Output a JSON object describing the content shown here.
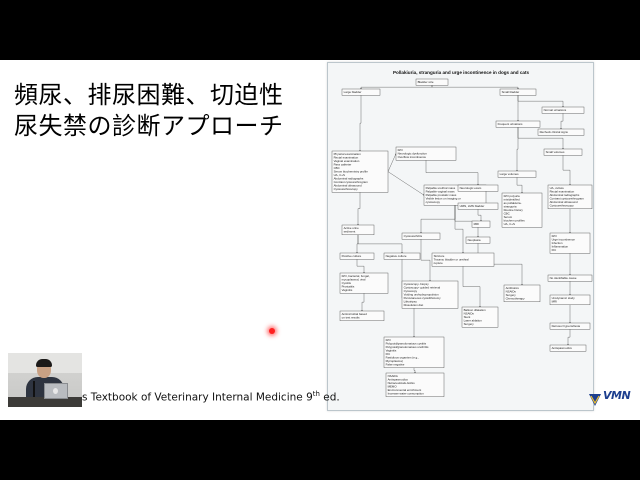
{
  "slide": {
    "title_lines": [
      "頻尿、排尿困難、切迫性",
      "尿失禁の診断アプローチ"
    ],
    "caption_prefix": "s Textbook of Veterinary Internal Medicine 9",
    "caption_sup": "th",
    "caption_suffix": " ed.",
    "logo_text": "VMN"
  },
  "flowchart": {
    "title": "Pollakiuria, stranguria and urge incontinence in dogs and cats",
    "nodes": [
      {
        "id": "bladder-size",
        "lines": [
          "Bladder size"
        ]
      },
      {
        "id": "large-bladder",
        "lines": [
          "Large bladder"
        ]
      },
      {
        "id": "small-bladder",
        "lines": [
          "Small bladder"
        ]
      },
      {
        "id": "normal-urinations",
        "lines": [
          "Normal urinations"
        ]
      },
      {
        "id": "frequent-urinations",
        "lines": [
          "Frequent urinations"
        ]
      },
      {
        "id": "recheck",
        "lines": [
          "Recheck clinical signs"
        ]
      },
      {
        "id": "small-volumes",
        "lines": [
          "Small volumes"
        ]
      },
      {
        "id": "physical-exam",
        "lines": [
          "Physical examination",
          "Rectal examination",
          "Vaginal examination",
          "Pass catheter",
          "CBC",
          "Serum biochemistry profile",
          "UA, C+S",
          "Abdominal radiographs",
          "Contrast cystourethrogram",
          "Abdominal ultrasound",
          "Cystourethroscopy"
        ]
      },
      {
        "id": "ro-neuro",
        "lines": [
          "R/O",
          "Neurologic dysfunction",
          "Overflow incontinence"
        ]
      },
      {
        "id": "large-volumes",
        "lines": [
          "Large volumes"
        ]
      },
      {
        "id": "palpable",
        "lines": [
          "Palpable urethral mass",
          "Palpable vaginal mass",
          "Palpable prostatic mass",
          "Visible lesion on imaging or",
          "cystoscopy"
        ]
      },
      {
        "id": "neuro-exam",
        "lines": [
          "Neurologic exam"
        ]
      },
      {
        "id": "umn-lmn",
        "lines": [
          "UMN, LMN bladder"
        ]
      },
      {
        "id": "mri",
        "lines": [
          "MRI"
        ]
      },
      {
        "id": "ro-polyuria",
        "lines": [
          "R/O polyuria",
          "misidentified",
          "as pollakiuria-",
          "stranguria",
          "Routine history",
          "CBC",
          "Serum",
          "biochem profiles",
          "UA, C+S"
        ]
      },
      {
        "id": "ua-culture",
        "lines": [
          "UA, culture",
          "Rectal examination",
          "Abdominal radiographs",
          "Contrast cystourethrogram",
          "Abdominal ultrasound",
          "Cystourethroscopy"
        ]
      },
      {
        "id": "active-sediment",
        "lines": [
          "Active urine",
          "sediment"
        ]
      },
      {
        "id": "cystourethritis",
        "lines": [
          "Cystourethritis"
        ]
      },
      {
        "id": "neoplasia",
        "lines": [
          "Neoplasia"
        ]
      },
      {
        "id": "stricture",
        "lines": [
          "Stricture",
          "Trauma: bladder or urethral",
          "rupture"
        ]
      },
      {
        "id": "ro-urge",
        "lines": [
          "R/O",
          "Urge incontinence",
          "Infection",
          "Inflammation",
          "FIC"
        ]
      },
      {
        "id": "positive-culture",
        "lines": [
          "Positive culture"
        ]
      },
      {
        "id": "negative-culture",
        "lines": [
          "Negative culture"
        ]
      },
      {
        "id": "ro-bacterial",
        "lines": [
          "R/O, bacterial, fungal,",
          "mycoplasmal, viral",
          "Cystitis",
          "Prostatitis",
          "Vaginitis"
        ]
      },
      {
        "id": "cystoscopy-biopsy",
        "lines": [
          "Cystoscopy- biopsy",
          "Cystoscopy- guided retrieval",
          "Cytoscopy",
          "Voiding urohydropropulsion",
          "Percutaneous cystolithotomy",
          "Lithotripsy",
          "Dissolution diet"
        ]
      },
      {
        "id": "antibiotics",
        "lines": [
          "Antibiotics",
          "NSAIDs",
          "Surgery",
          "Chemotherapy"
        ]
      },
      {
        "id": "no-cause",
        "lines": [
          "No identifiable cause"
        ]
      },
      {
        "id": "antimicrobial",
        "lines": [
          "Antimicrobial based",
          "on test results"
        ]
      },
      {
        "id": "balloon",
        "lines": [
          "Balloon dilatation",
          "NSAIDs",
          "Stent",
          "Laser ablation",
          "Surgery"
        ]
      },
      {
        "id": "urodynamic",
        "lines": [
          "Urodynamic study",
          "MRI"
        ]
      },
      {
        "id": "ro-polypoid",
        "lines": [
          "R/O",
          "Polypoid/granulomatous cystitis",
          "Polypoid/granulomatous urethritis",
          "Vaginitis",
          "FIC",
          "Fastidious organism (e.g.,",
          "Mycoplasma)",
          "False negative"
        ]
      },
      {
        "id": "detrusor",
        "lines": [
          "Detrusor hyperreflexia"
        ]
      },
      {
        "id": "antispasmodics",
        "lines": [
          "Antispasmodics"
        ]
      },
      {
        "id": "nsaids-final",
        "lines": [
          "NSAIDs",
          "Antispasmodics",
          "Nutraceuticals-GAGs",
          "MEMO",
          "Environmental enrichment",
          "Increase water consumption"
        ]
      }
    ]
  }
}
